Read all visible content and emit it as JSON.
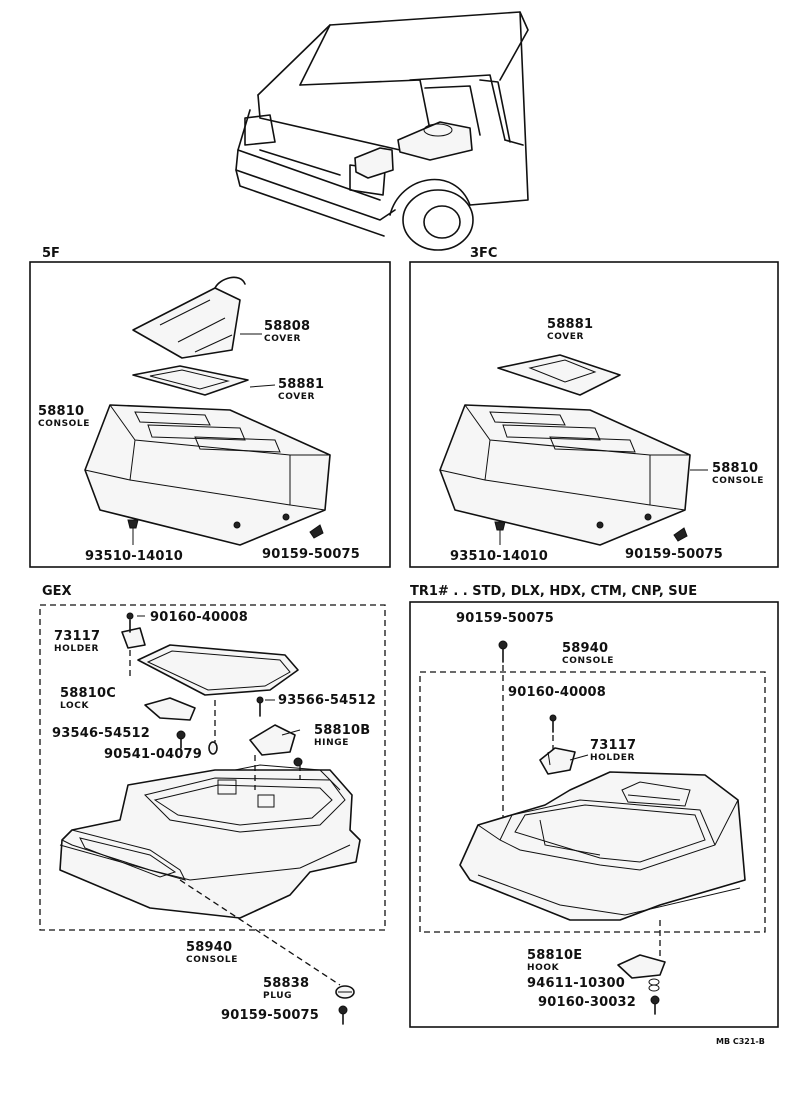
{
  "sections": {
    "s5f": "5F",
    "s3fc": "3FC",
    "gex": "GEX",
    "tr1": "TR1# . . STD, DLX, HDX, CTM, CNP, SUE"
  },
  "p5f": {
    "cover_58808": {
      "pn": "58808",
      "name": "COVER"
    },
    "cover_58881": {
      "pn": "58881",
      "name": "COVER"
    },
    "console_58810": {
      "pn": "58810",
      "name": "CONSOLE"
    },
    "screw_a": "93510-14010",
    "screw_b": "90159-50075"
  },
  "p3fc": {
    "cover_58881": {
      "pn": "58881",
      "name": "COVER"
    },
    "console_58810": {
      "pn": "58810",
      "name": "CONSOLE"
    },
    "screw_a": "93510-14010",
    "screw_b": "90159-50075"
  },
  "pgex": {
    "bolt_top": "90160-40008",
    "holder": {
      "pn": "73117",
      "name": "HOLDER"
    },
    "lock": {
      "pn": "58810C",
      "name": "LOCK"
    },
    "screw_right": "93566-54512",
    "hinge": {
      "pn": "58810B",
      "name": "HINGE"
    },
    "screw_left": "93546-54512",
    "pin": "90541-04079",
    "console": {
      "pn": "58940",
      "name": "CONSOLE"
    },
    "plug": {
      "pn": "58838",
      "name": "PLUG"
    },
    "screw_bottom": "90159-50075"
  },
  "ptr1": {
    "screw_top": "90159-50075",
    "console": {
      "pn": "58940",
      "name": "CONSOLE"
    },
    "bolt": "90160-40008",
    "holder": {
      "pn": "73117",
      "name": "HOLDER"
    },
    "hook": {
      "pn": "58810E",
      "name": "HOOK"
    },
    "washer": "94611-10300",
    "bolt_bottom": "90160-30032"
  },
  "footer_code": "MB C321-B"
}
